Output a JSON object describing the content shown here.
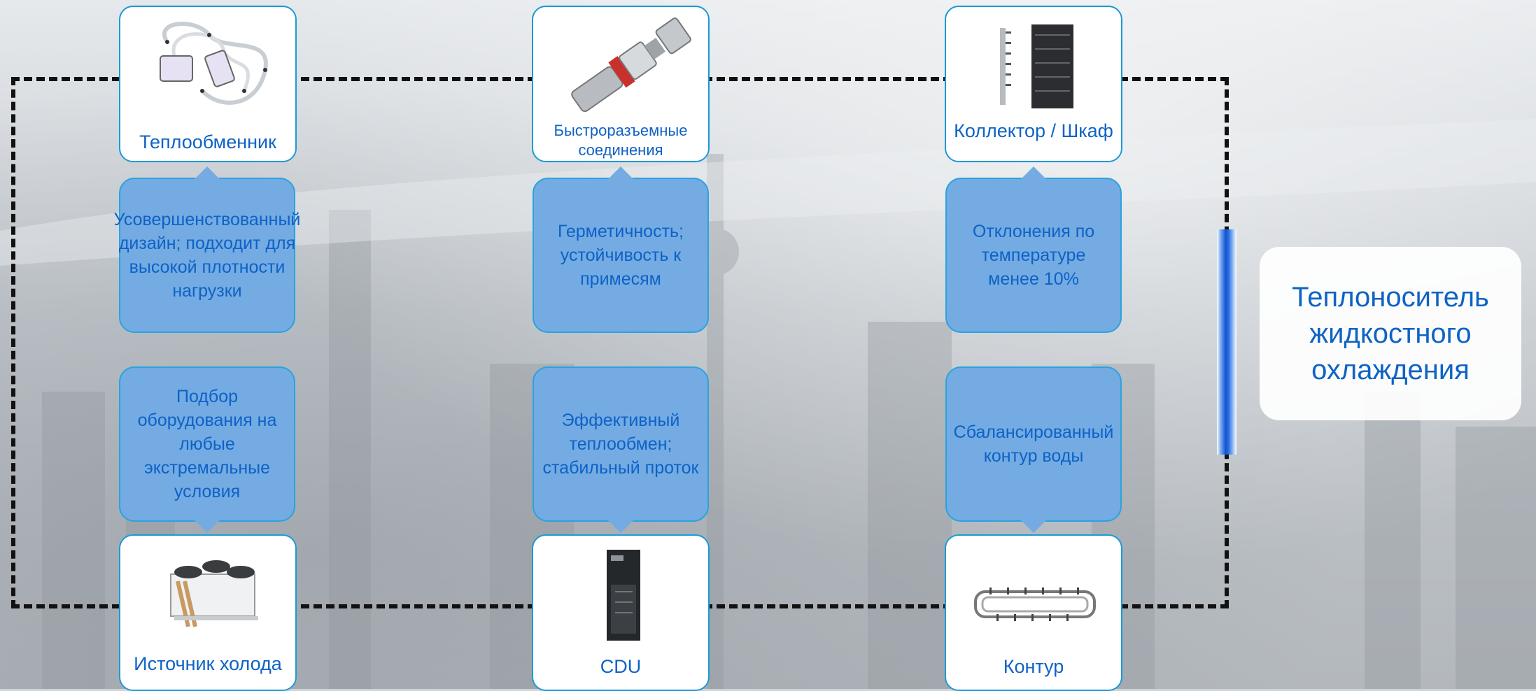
{
  "components": {
    "heat_exchanger": "Теплообменник",
    "quick_connectors": "Быстроразъемные соединения",
    "manifold": "Коллектор / Шкаф",
    "cold_source": "Источник холода",
    "cdu": "CDU",
    "loop": "Контур"
  },
  "features": {
    "heat_exchanger": "Усовершенствованный дизайн; подходит для высокой плотности нагрузки",
    "quick_connectors": "Герметичность; устойчивость к примесям",
    "manifold": "Отклонения по температуре менее 10%",
    "cold_source": "Подбор оборудования на любые экстремальные условия",
    "cdu": "Эффективный теплообмен; стабильный проток",
    "loop": "Сбалансированный контур воды"
  },
  "coolant_label": "Теплоноситель жидкостного охлаждения",
  "colors": {
    "card_border": "#1c9ad6",
    "bubble_fill": "#74abe3",
    "text_blue": "#0f63c4",
    "loop_line": "#111111"
  }
}
